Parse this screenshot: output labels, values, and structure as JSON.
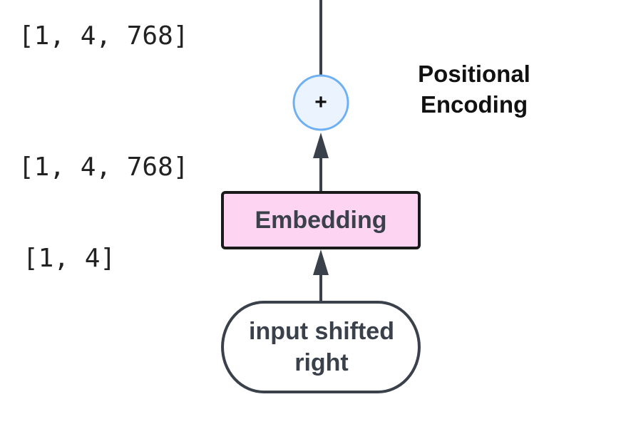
{
  "diagram": {
    "type": "flowchart",
    "direction": "bottom-to-top",
    "colors": {
      "stroke": "#3a414a",
      "embedding_fill": "#fdd5f3",
      "plus_fill": "#eaf3fe",
      "plus_stroke": "#6fb0f5",
      "input_fill": "#ffffff",
      "background": "#ffffff"
    },
    "nodes": {
      "input": {
        "label": "input shifted\nright",
        "shape": "stadium"
      },
      "embedding": {
        "label": "Embedding",
        "shape": "rectangle"
      },
      "add": {
        "label": "+",
        "shape": "circle"
      }
    },
    "edges": [
      {
        "from": "input",
        "to": "embedding",
        "arrow": true
      },
      {
        "from": "embedding",
        "to": "add",
        "arrow": true
      },
      {
        "from": "add",
        "to": "output",
        "arrow": false
      }
    ],
    "side_label": "Positional\nEncoding",
    "shape_annotations": {
      "after_add": "[1, 4, 768]",
      "after_embedding": "[1, 4, 768]",
      "input": "[1, 4]"
    }
  }
}
